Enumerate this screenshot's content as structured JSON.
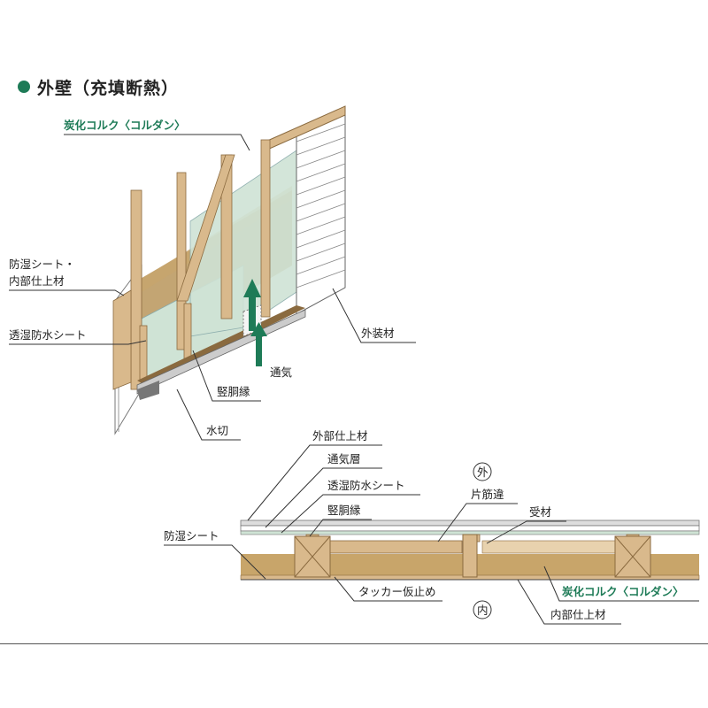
{
  "title": "外壁（充填断熱）",
  "colors": {
    "accent": "#1e7b57",
    "wood": "#d9b98c",
    "insulation": "#b8955a",
    "sheet": "#cfe3d5"
  },
  "wall_3d": {
    "label_cork": "炭化コルク〈コルダン〉",
    "label_vapor_barrier_1": "防湿シート・",
    "label_vapor_barrier_2": "内部仕上材",
    "label_breathable_sheet": "透湿防水シート",
    "label_exterior": "外装材",
    "label_ventilation": "通気",
    "label_furring": "竪胴縁",
    "label_flashing": "水切"
  },
  "section": {
    "label_exterior_finish": "外部仕上材",
    "label_vent_layer": "通気層",
    "label_breathable_sheet": "透湿防水シート",
    "label_furring": "竪胴縁",
    "label_outside": "外",
    "label_brace": "片筋違",
    "label_receiver": "受材",
    "label_vapor_barrier": "防湿シート",
    "label_tacker": "タッカー仮止め",
    "label_cork": "炭化コルク〈コルダン〉",
    "label_inside": "内",
    "label_interior_finish": "内部仕上材"
  }
}
